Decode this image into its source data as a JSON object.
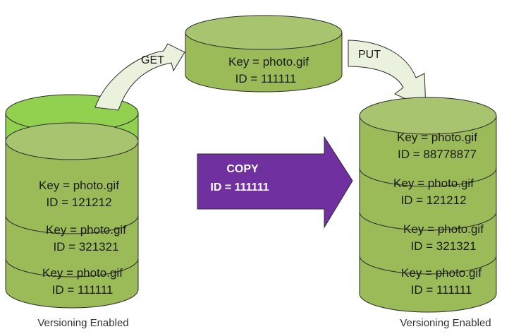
{
  "colors": {
    "cylinder_fill": "#9bbb59",
    "cylinder_top": "#a9c46e",
    "cylinder_highlight": "#92d050",
    "cylinder_stroke": "#2b2b2b",
    "arrow_fill": "#eaf1dd",
    "copy_arrow_fill": "#7030a0"
  },
  "labels": {
    "get": "GET",
    "put": "PUT",
    "copy_line1": "COPY",
    "copy_line2": "ID = 111111"
  },
  "source_bucket": {
    "caption": "Versioning Enabled",
    "objects": [
      {
        "key": "Key = photo.gif",
        "id": "ID = 121212"
      },
      {
        "key": "Key = photo.gif",
        "id": "ID = 321321"
      },
      {
        "key": "Key = photo.gif",
        "id": "ID = 111111"
      }
    ]
  },
  "retrieved_object": {
    "key": "Key = photo.gif",
    "id": "ID = 111111"
  },
  "destination_bucket": {
    "caption": "Versioning Enabled",
    "objects": [
      {
        "key": "Key = photo.gif",
        "id": "ID = 88778877"
      },
      {
        "key": "Key = photo.gif",
        "id": "ID = 121212"
      },
      {
        "key": "Key = photo.gif",
        "id": "ID = 321321"
      },
      {
        "key": "Key = photo.gif",
        "id": "ID = 111111"
      }
    ]
  }
}
